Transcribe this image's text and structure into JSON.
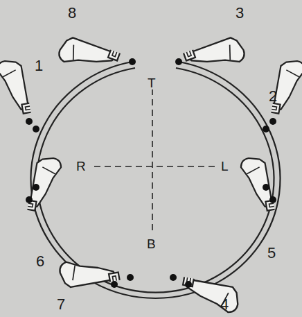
{
  "diagram": {
    "labels": [
      "8",
      "3",
      "1",
      "2",
      "T",
      "R",
      "L",
      "6",
      "5",
      "B",
      "7",
      "4"
    ]
  }
}
